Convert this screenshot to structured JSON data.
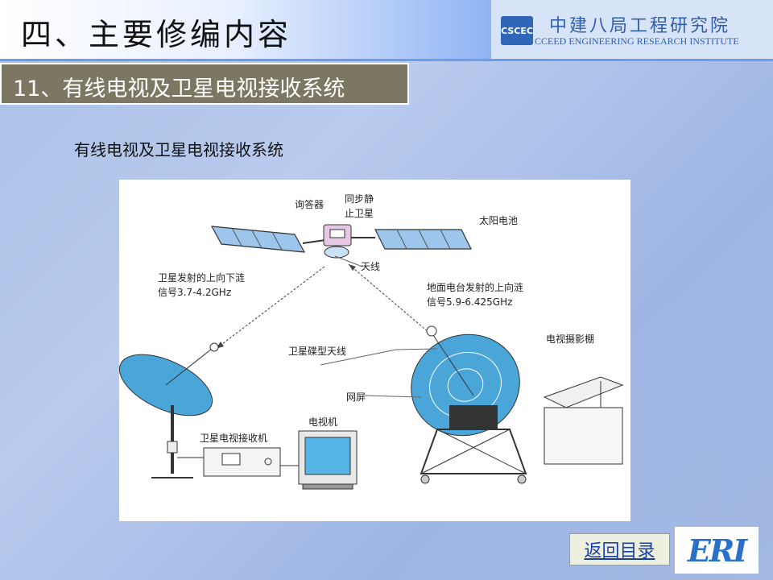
{
  "header": {
    "title": "四、主要修编内容",
    "org_logo_text": "CSCEC",
    "org_name_cn": "中建八局工程研究院",
    "org_name_en": "CCEED ENGINEERING RESEARCH INSTITUTE"
  },
  "section": {
    "title": "11、有线电视及卫星电视接收系统"
  },
  "caption": "有线电视及卫星电视接收系统",
  "diagram": {
    "labels": {
      "transponder": "询答器",
      "geo_sat_1": "同步静",
      "geo_sat_2": "止卫星",
      "solar": "太阳电池",
      "antenna": "天线",
      "downlink_1": "卫星发射的上向下涟",
      "downlink_2": "信号3.7-4.2GHz",
      "uplink_1": "地面电台发射的上向涟",
      "uplink_2": "信号5.9-6.425GHz",
      "dish": "卫星碟型天线",
      "studio": "电视摄影棚",
      "mesh": "网屏",
      "receiver": "卫星电视接收机",
      "tv": "电视机"
    }
  },
  "footer": {
    "back_label": "返回目录",
    "eri_logo": "ERI"
  }
}
